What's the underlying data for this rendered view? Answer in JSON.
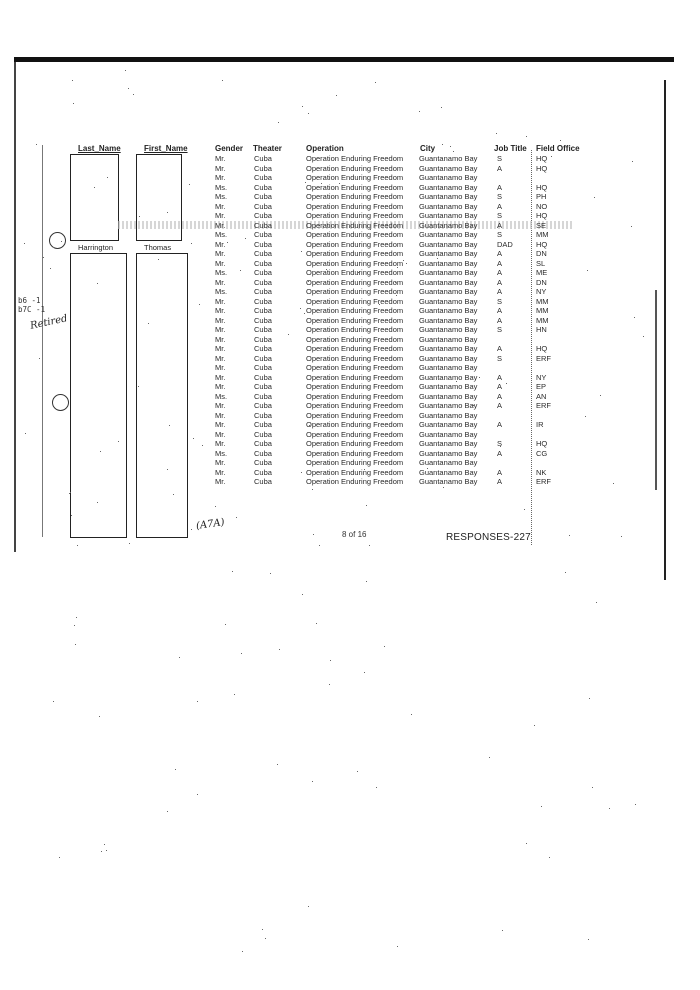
{
  "headers": {
    "last_name": "Last_Name",
    "first_name": "First_Name",
    "gender": "Gender",
    "theater": "Theater",
    "operation": "Operation",
    "city": "City",
    "job_title": "Job Title",
    "field_office": "Field Office"
  },
  "visible_name": {
    "last": "Harrington",
    "first": "Thomas"
  },
  "rows": [
    {
      "gender": "Mr.",
      "theater": "Cuba",
      "operation": "Operation Enduring Freedom",
      "city": "Guantanamo Bay",
      "job": "S",
      "field": "HQ"
    },
    {
      "gender": "Mr.",
      "theater": "Cuba",
      "operation": "Operation Enduring Freedom",
      "city": "Guantanamo Bay",
      "job": "A",
      "field": "HQ"
    },
    {
      "gender": "Mr.",
      "theater": "Cuba",
      "operation": "Operation Enduring Freedom",
      "city": "Guantanamo Bay",
      "job": "",
      "field": ""
    },
    {
      "gender": "Ms.",
      "theater": "Cuba",
      "operation": "Operation Enduring Freedom",
      "city": "Guantanamo Bay",
      "job": "A",
      "field": "HQ"
    },
    {
      "gender": "Ms.",
      "theater": "Cuba",
      "operation": "Operation Enduring Freedom",
      "city": "Guantanamo Bay",
      "job": "S",
      "field": "PH"
    },
    {
      "gender": "Mr.",
      "theater": "Cuba",
      "operation": "Operation Enduring Freedom",
      "city": "Guantanamo Bay",
      "job": "A",
      "field": "NO"
    },
    {
      "gender": "Mr.",
      "theater": "Cuba",
      "operation": "Operation Enduring Freedom",
      "city": "Guantanamo Bay",
      "job": "S",
      "field": "HQ"
    },
    {
      "gender": "Mr.",
      "theater": "Cuba",
      "operation": "Operation Enduring Freedom",
      "city": "Guantanamo Bay",
      "job": "A",
      "field": "SE"
    },
    {
      "gender": "Ms.",
      "theater": "Cuba",
      "operation": "Operation Enduring Freedom",
      "city": "Guantanamo Bay",
      "job": "S",
      "field": "MM"
    },
    {
      "gender": "Mr.",
      "theater": "Cuba",
      "operation": "Operation Enduring Freedom",
      "city": "Guantanamo Bay",
      "job": "DAD",
      "field": "HQ"
    },
    {
      "gender": "Mr.",
      "theater": "Cuba",
      "operation": "Operation Enduring Freedom",
      "city": "Guantanamo Bay",
      "job": "A",
      "field": "DN"
    },
    {
      "gender": "Mr.",
      "theater": "Cuba",
      "operation": "Operation Enduring Freedom",
      "city": "Guantanamo Bay",
      "job": "A",
      "field": "SL"
    },
    {
      "gender": "Ms.",
      "theater": "Cuba",
      "operation": "Operation Enduring Freedom",
      "city": "Guantanamo Bay",
      "job": "A",
      "field": "ME"
    },
    {
      "gender": "Mr.",
      "theater": "Cuba",
      "operation": "Operation Enduring Freedom",
      "city": "Guantanamo Bay",
      "job": "A",
      "field": "DN"
    },
    {
      "gender": "Ms.",
      "theater": "Cuba",
      "operation": "Operation Enduring Freedom",
      "city": "Guantanamo Bay",
      "job": "A",
      "field": "NY"
    },
    {
      "gender": "Mr.",
      "theater": "Cuba",
      "operation": "Operation Enduring Freedom",
      "city": "Guantanamo Bay",
      "job": "S",
      "field": "MM"
    },
    {
      "gender": "Mr.",
      "theater": "Cuba",
      "operation": "Operation Enduring Freedom",
      "city": "Guantanamo Bay",
      "job": "A",
      "field": "MM"
    },
    {
      "gender": "Mr.",
      "theater": "Cuba",
      "operation": "Operation Enduring Freedom",
      "city": "Guantanamo Bay",
      "job": "A",
      "field": "MM"
    },
    {
      "gender": "Mr.",
      "theater": "Cuba",
      "operation": "Operation Enduring Freedom",
      "city": "Guantanamo Bay",
      "job": "S",
      "field": "HN"
    },
    {
      "gender": "Mr.",
      "theater": "Cuba",
      "operation": "Operation Enduring Freedom",
      "city": "Guantanamo Bay",
      "job": "",
      "field": ""
    },
    {
      "gender": "Mr.",
      "theater": "Cuba",
      "operation": "Operation Enduring Freedom",
      "city": "Guantanamo Bay",
      "job": "A",
      "field": "HQ"
    },
    {
      "gender": "Mr.",
      "theater": "Cuba",
      "operation": "Operation Enduring Freedom",
      "city": "Guantanamo Bay",
      "job": "S",
      "field": "ERF"
    },
    {
      "gender": "Mr.",
      "theater": "Cuba",
      "operation": "Operation Enduring Freedom",
      "city": "Guantanamo Bay",
      "job": "",
      "field": ""
    },
    {
      "gender": "Mr.",
      "theater": "Cuba",
      "operation": "Operation Enduring Freedom",
      "city": "Guantanamo Bay",
      "job": "A",
      "field": "NY"
    },
    {
      "gender": "Mr.",
      "theater": "Cuba",
      "operation": "Operation Enduring Freedom",
      "city": "Guantanamo Bay",
      "job": "A",
      "field": "EP"
    },
    {
      "gender": "Ms.",
      "theater": "Cuba",
      "operation": "Operation Enduring Freedom",
      "city": "Guantanamo Bay",
      "job": "A",
      "field": "AN"
    },
    {
      "gender": "Mr.",
      "theater": "Cuba",
      "operation": "Operation Enduring Freedom",
      "city": "Guantanamo Bay",
      "job": "A",
      "field": "ERF"
    },
    {
      "gender": "Mr.",
      "theater": "Cuba",
      "operation": "Operation Enduring Freedom",
      "city": "Guantanamo Bay",
      "job": "",
      "field": ""
    },
    {
      "gender": "Mr.",
      "theater": "Cuba",
      "operation": "Operation Enduring Freedom",
      "city": "Guantanamo Bay",
      "job": "A",
      "field": "IR"
    },
    {
      "gender": "Mr.",
      "theater": "Cuba",
      "operation": "Operation Enduring Freedom",
      "city": "Guantanamo Bay",
      "job": "",
      "field": ""
    },
    {
      "gender": "Mr.",
      "theater": "Cuba",
      "operation": "Operation Enduring Freedom",
      "city": "Guantanamo Bay",
      "job": "S",
      "field": "HQ"
    },
    {
      "gender": "Ms.",
      "theater": "Cuba",
      "operation": "Operation Enduring Freedom",
      "city": "Guantanamo Bay",
      "job": "A",
      "field": "CG"
    },
    {
      "gender": "Mr.",
      "theater": "Cuba",
      "operation": "Operation Enduring Freedom",
      "city": "Guantanamo Bay",
      "job": "",
      "field": ""
    },
    {
      "gender": "Mr.",
      "theater": "Cuba",
      "operation": "Operation Enduring Freedom",
      "city": "Guantanamo Bay",
      "job": "A",
      "field": "NK"
    },
    {
      "gender": "Mr.",
      "theater": "Cuba",
      "operation": "Operation Enduring Freedom",
      "city": "Guantanamo Bay",
      "job": "A",
      "field": "ERF"
    }
  ],
  "margin_codes": [
    "b6 -1",
    "b7C -1"
  ],
  "margin_signature": "Retired",
  "handwritten_note": "(A7A)",
  "page_indicator": "8 of 16",
  "bates_stamp": "RESPONSES-227"
}
